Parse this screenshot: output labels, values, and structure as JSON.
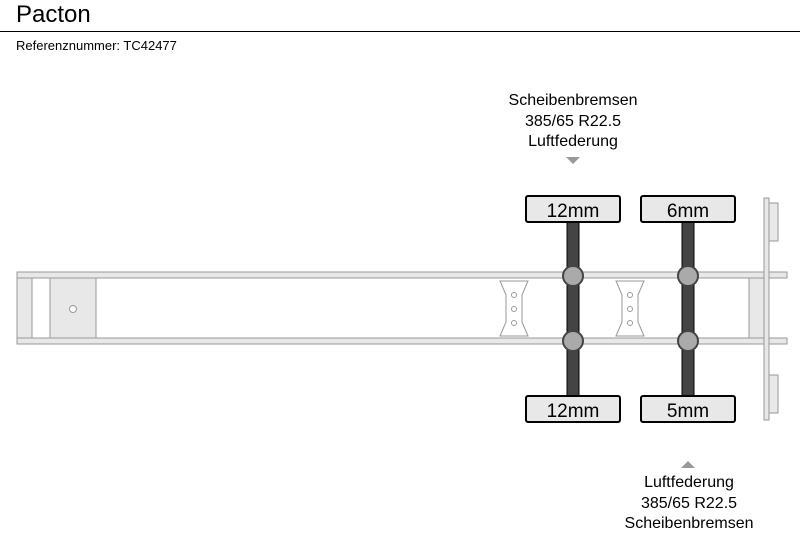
{
  "header": {
    "title": "Pacton",
    "reference": "Referenznummer: TC42477"
  },
  "axles": [
    {
      "label_top": [
        "Scheibenbremsen",
        "385/65 R22.5",
        "Luftfederung"
      ],
      "tyre_top": "12mm",
      "tyre_bottom": "12mm"
    },
    {
      "label_bottom": [
        "Luftfederung",
        "385/65 R22.5",
        "Scheibenbremsen"
      ],
      "tyre_top": "6mm",
      "tyre_bottom": "5mm"
    }
  ],
  "colors": {
    "frame_fill": "#e8e8e8",
    "frame_stroke": "#999999",
    "axle_bar": "#444444",
    "hub": "#aaaaaa",
    "tyre_fill": "#e8e8e8",
    "arrow": "#999999"
  }
}
